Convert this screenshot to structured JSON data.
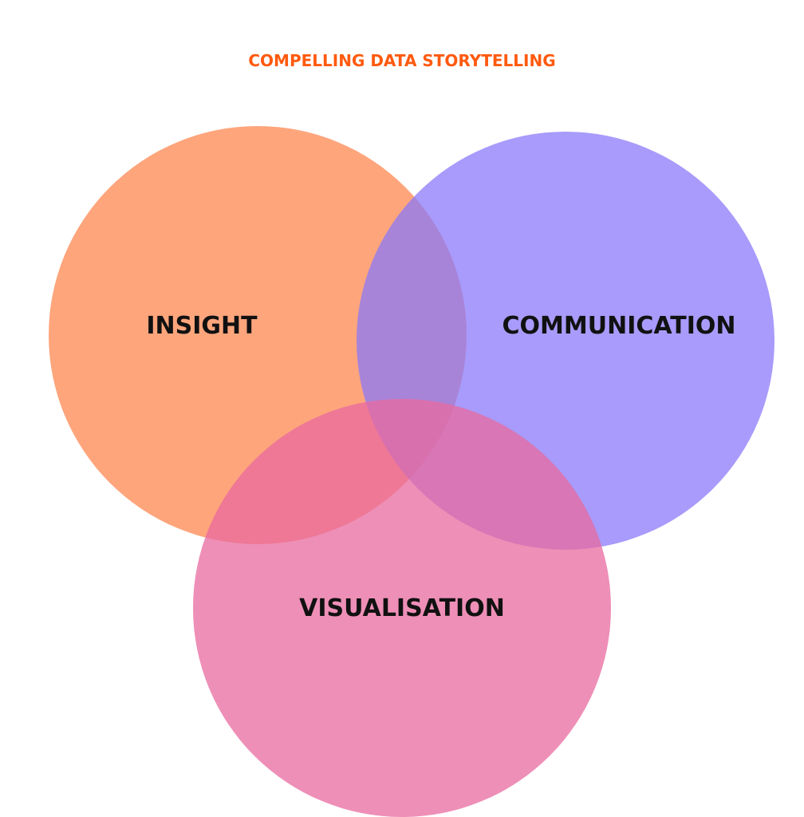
{
  "title": {
    "text": "COMPELLING DATA STORYTELLING",
    "color": "#ff5a0f"
  },
  "circles": [
    {
      "label": "INSIGHT",
      "color": "#fe8c57",
      "opacity": 0.78
    },
    {
      "label": "COMMUNICATION",
      "color": "#8a78fa",
      "opacity": 0.74
    },
    {
      "label": "VISUALISATION",
      "color": "#e8699f",
      "opacity": 0.75
    }
  ],
  "label_color": "#111111"
}
